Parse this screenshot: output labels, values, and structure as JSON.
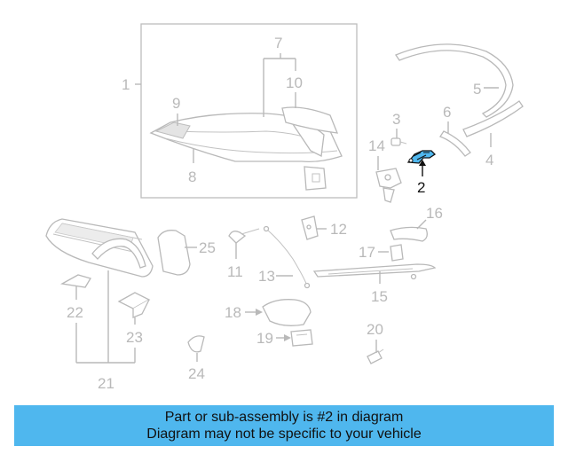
{
  "diagram": {
    "callouts": [
      {
        "id": "1",
        "label": "1"
      },
      {
        "id": "2",
        "label": "2",
        "highlight": true
      },
      {
        "id": "3",
        "label": "3"
      },
      {
        "id": "4",
        "label": "4"
      },
      {
        "id": "5",
        "label": "5"
      },
      {
        "id": "6",
        "label": "6"
      },
      {
        "id": "7",
        "label": "7"
      },
      {
        "id": "8",
        "label": "8"
      },
      {
        "id": "9",
        "label": "9"
      },
      {
        "id": "10",
        "label": "10"
      },
      {
        "id": "11",
        "label": "11"
      },
      {
        "id": "12",
        "label": "12"
      },
      {
        "id": "13",
        "label": "13"
      },
      {
        "id": "14",
        "label": "14"
      },
      {
        "id": "15",
        "label": "15"
      },
      {
        "id": "16",
        "label": "16"
      },
      {
        "id": "17",
        "label": "17"
      },
      {
        "id": "18",
        "label": "18"
      },
      {
        "id": "19",
        "label": "19"
      },
      {
        "id": "20",
        "label": "20"
      },
      {
        "id": "21",
        "label": "21"
      },
      {
        "id": "22",
        "label": "22"
      },
      {
        "id": "23",
        "label": "23"
      },
      {
        "id": "24",
        "label": "24"
      },
      {
        "id": "25",
        "label": "25"
      }
    ],
    "colors": {
      "line_art": "#b9b9b9",
      "highlighted_part": "#4fb7ee",
      "highlighted_label": "#111111"
    }
  },
  "banner": {
    "line1": "Part or sub-assembly is #2 in diagram",
    "line2": "Diagram may not be specific to your vehicle",
    "background": "#4fb7ee"
  }
}
